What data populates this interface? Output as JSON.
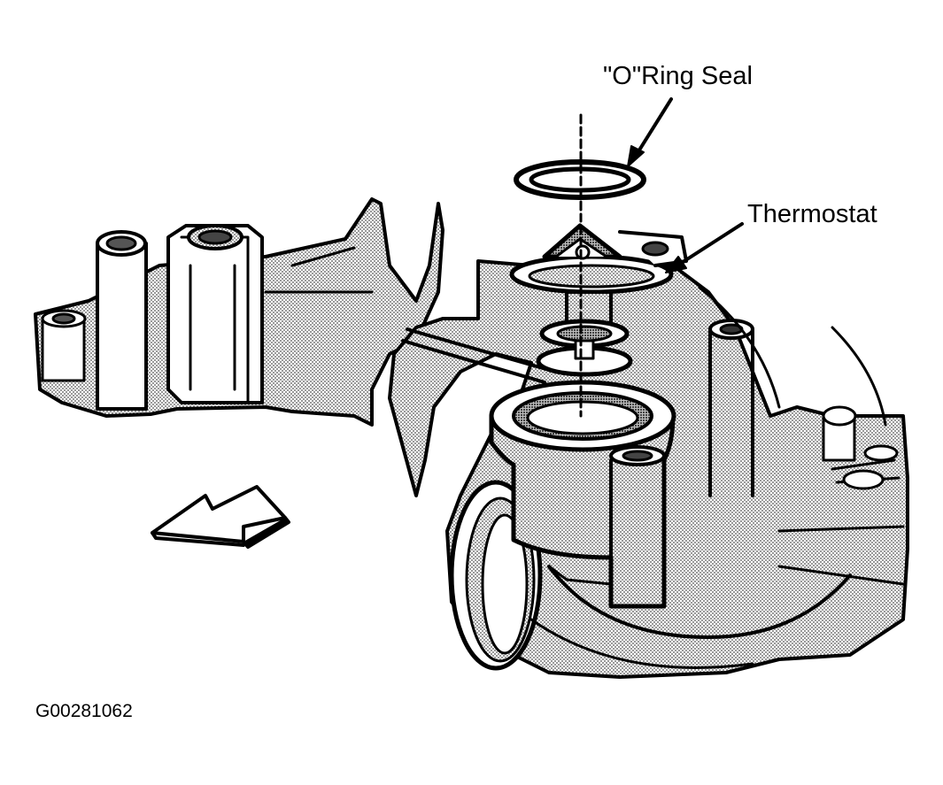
{
  "callouts": {
    "o_ring_seal": "\"O\"Ring Seal",
    "thermostat": "Thermostat"
  },
  "figure_id": "G00281062",
  "colors": {
    "ink": "#000000",
    "paper": "#ffffff",
    "shade": "#6e6e6e"
  },
  "icons": {
    "direction_arrow": "direction-arrow-icon"
  }
}
